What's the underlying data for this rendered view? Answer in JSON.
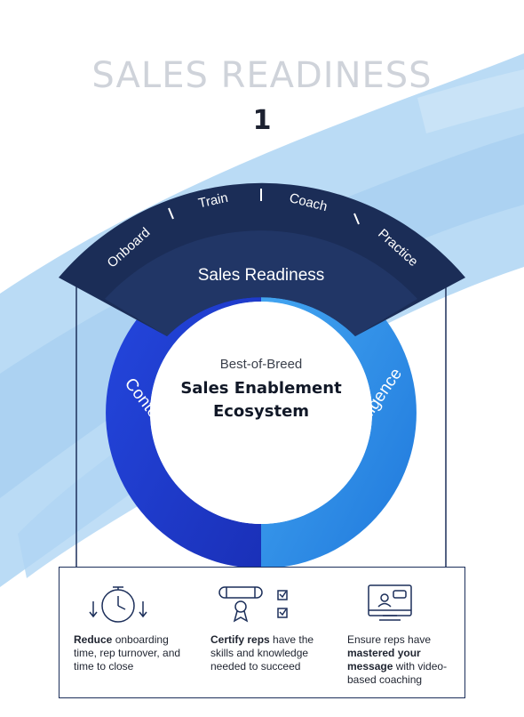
{
  "header": {
    "title": "SALES READINESS",
    "step": "1"
  },
  "arc": {
    "label": "Sales Readiness",
    "items": [
      "Onboard",
      "Train",
      "Coach",
      "Practice"
    ]
  },
  "ring": {
    "left_label": "Content Management",
    "right_label": "Revenue Intelligence",
    "center_subtitle": "Best-of-Breed",
    "center_title_line1": "Sales Enablement",
    "center_title_line2": "Ecosystem"
  },
  "benefits": [
    {
      "bold": "Reduce",
      "rest": " onboarding time, rep turnover, and time to close",
      "icon": "clock-icon"
    },
    {
      "bold": "Certify reps",
      "rest": " have the skills and knowledge needed to succeed",
      "icon": "certificate-checklist-icon"
    },
    {
      "pre": "Ensure reps have ",
      "bold": "mastered your message",
      "rest": " with video-based coaching",
      "icon": "video-coaching-icon"
    }
  ],
  "colors": {
    "navy": "#1b2d57",
    "blue_dark": "#1f3fd6",
    "blue_light": "#2c8ae6",
    "brush": "#a9d2f1"
  }
}
